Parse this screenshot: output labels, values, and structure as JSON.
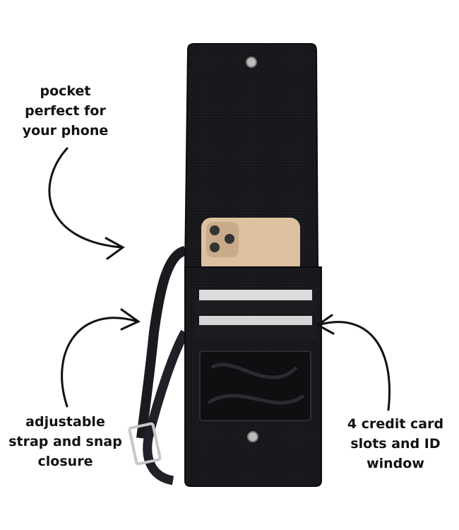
{
  "annotations": {
    "phone_pocket": "pocket\nperfect for\nyour phone",
    "strap": "adjustable\nstrap and snap\nclosure",
    "cards": "4 credit card\nslots and ID\nwindow"
  },
  "colors": {
    "leather": "#16171b",
    "phone": "#dcc0a0",
    "card": "#dcdcdc",
    "hardware": "#c8c8c8"
  }
}
